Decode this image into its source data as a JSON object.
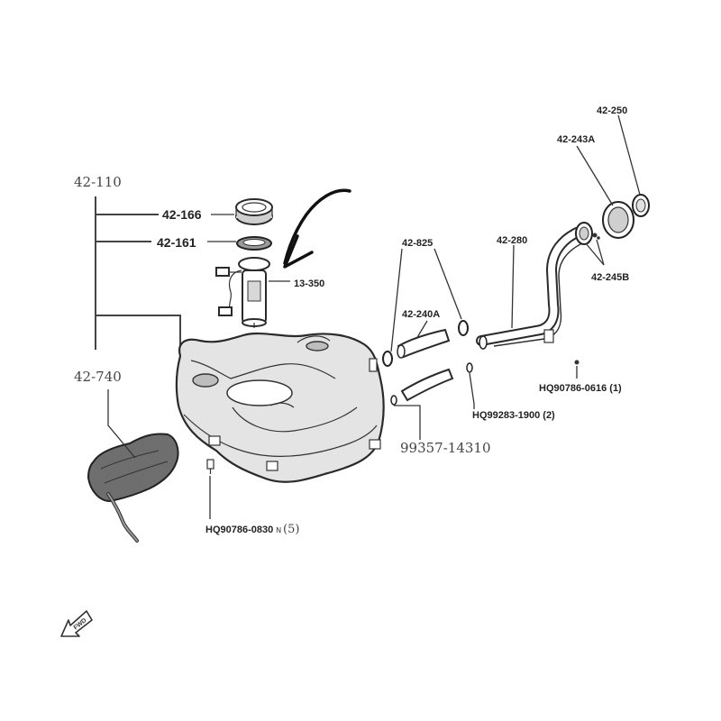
{
  "labels": {
    "assembly": "42-110",
    "ring_upper": "42-166",
    "gasket": "42-161",
    "pump": "13-350",
    "heat_shield": "42-740",
    "bolt_lower": "HQ90786-0830",
    "bolt_lower_n": "N",
    "bolt_lower_qty": "(5)",
    "clip": "42-825",
    "hose": "42-240A",
    "clamp_code": "99357-14310",
    "clamp_part": "HQ99283-1900 (2)",
    "filler_pipe": "42-280",
    "filler_cap": "42-250",
    "filler_neck": "42-243A",
    "filler_seal": "42-245B",
    "bolt_filler": "HQ90786-0616 (1)",
    "fwd": "FWD"
  },
  "colors": {
    "line": "#2a2a2a",
    "label_text": "#222222",
    "annotation_stroke": "#111111"
  },
  "icons": {
    "direction": "fwd-arrow-icon",
    "annotation": "hand-drawn-arrow-icon"
  }
}
